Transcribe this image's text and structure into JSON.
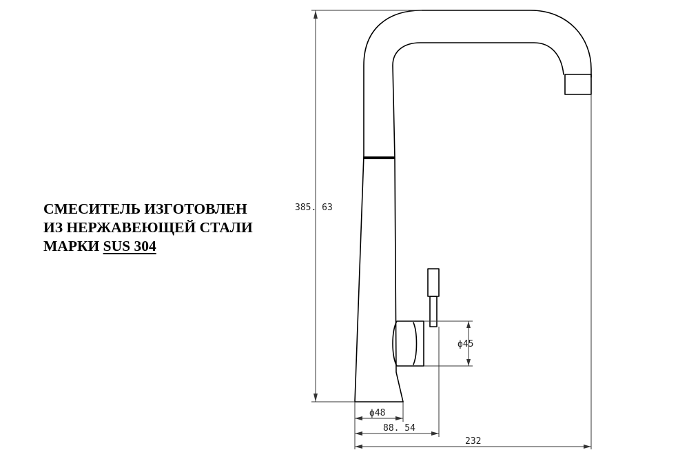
{
  "caption": {
    "line1": "СМЕСИТЕЛЬ ИЗГОТОВЛЕН",
    "line2": "ИЗ НЕРЖАВЕЮЩЕЙ СТАЛИ",
    "line3_prefix": "МАРКИ ",
    "line3_underlined": "SUS 304"
  },
  "dimensions": {
    "height": "385. 63",
    "handle_diameter": "ϕ45",
    "base_diameter": "ϕ48",
    "handle_offset": "88. 54",
    "total_width": "232"
  },
  "colors": {
    "line": "#000000",
    "dim_line": "#333333",
    "background": "#ffffff"
  }
}
